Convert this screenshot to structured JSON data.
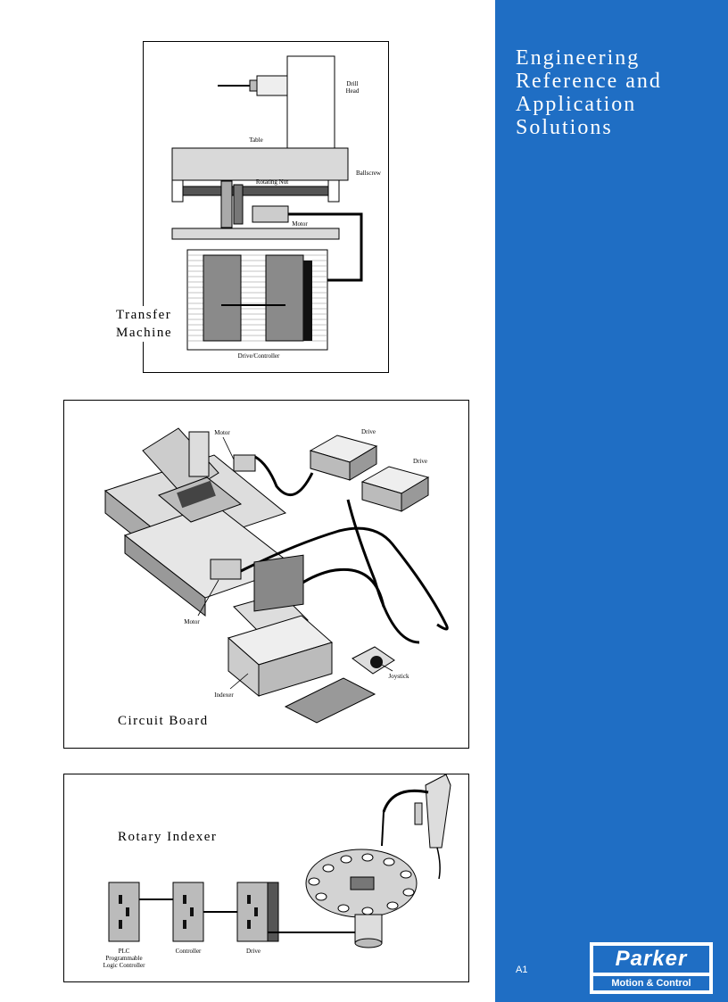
{
  "sidebar": {
    "title_lines": [
      "Engineering",
      "Reference and",
      "Application",
      "Solutions"
    ],
    "page_number": "A1",
    "logo": {
      "word": "Parker",
      "subtitle": "Motion & Control"
    },
    "color": "#1f6ec4"
  },
  "figures": {
    "transfer_machine": {
      "caption_lines": [
        "Transfer",
        "Machine"
      ],
      "labels": {
        "drill_head": "Drill Head",
        "table": "Table",
        "ballscrew": "Ballscrew",
        "rotating_nut": "Rotating Nut",
        "motor": "Motor",
        "drive_controller": "Drive/Controller"
      }
    },
    "circuit_board": {
      "caption": "Circuit Board",
      "labels": {
        "motor_top": "Motor",
        "drive_1": "Drive",
        "drive_2": "Drive",
        "motor_bottom": "Motor",
        "joystick": "Joystick",
        "indexer": "Indexer"
      }
    },
    "rotary_indexer": {
      "caption": "Rotary Indexer",
      "labels": {
        "plc": "PLC",
        "plc_full": "Programmable Logic Controller",
        "controller": "Controller",
        "drive": "Drive"
      }
    }
  }
}
